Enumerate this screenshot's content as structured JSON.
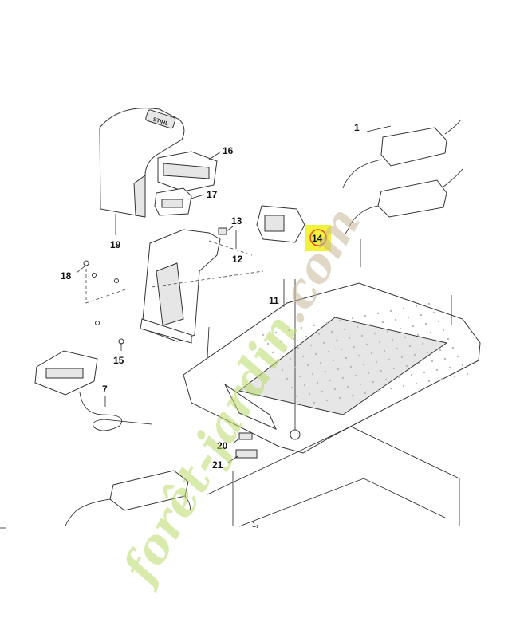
{
  "callouts": {
    "c1": "1",
    "c7": "7",
    "c11": "11",
    "c12": "12",
    "c13": "13",
    "c14": "14",
    "c15": "15",
    "c16": "16",
    "c17": "17",
    "c18": "18",
    "c19": "19",
    "c20": "20",
    "c21": "21",
    "c1small": "1₁"
  },
  "highlight": {
    "target": "14",
    "fill": "#f2f23a",
    "ring": "#e0502a"
  },
  "watermark": {
    "text": "forêt-jardin.com",
    "color_light": "#b9dc6a",
    "color_dark": "#c9b79a"
  },
  "brand_plate": "STIHL"
}
